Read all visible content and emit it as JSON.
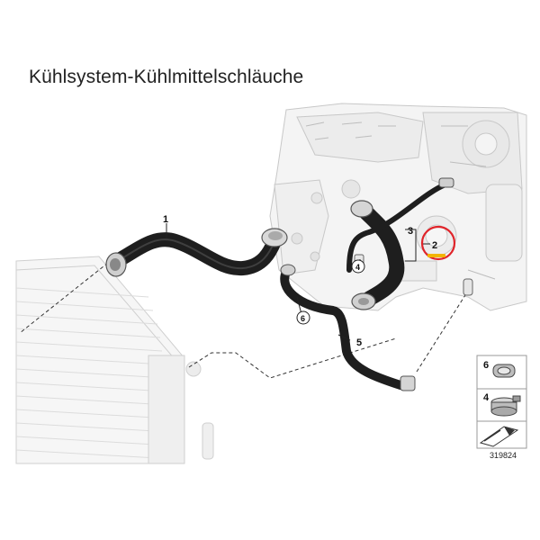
{
  "title": "Kühlsystem-Kühlmittelschläuche",
  "callouts": [
    "1",
    "2",
    "3",
    "4",
    "5",
    "6"
  ],
  "legend": {
    "items": [
      "6",
      "4"
    ],
    "diagram_number": "319824"
  },
  "colors": {
    "highlight_circle": "#e0242a",
    "highlight_mark": "#f2b400",
    "hose": "#2a2a2a",
    "engine_line": "#c8c8c8",
    "radiator_line": "#cfcfcf"
  }
}
